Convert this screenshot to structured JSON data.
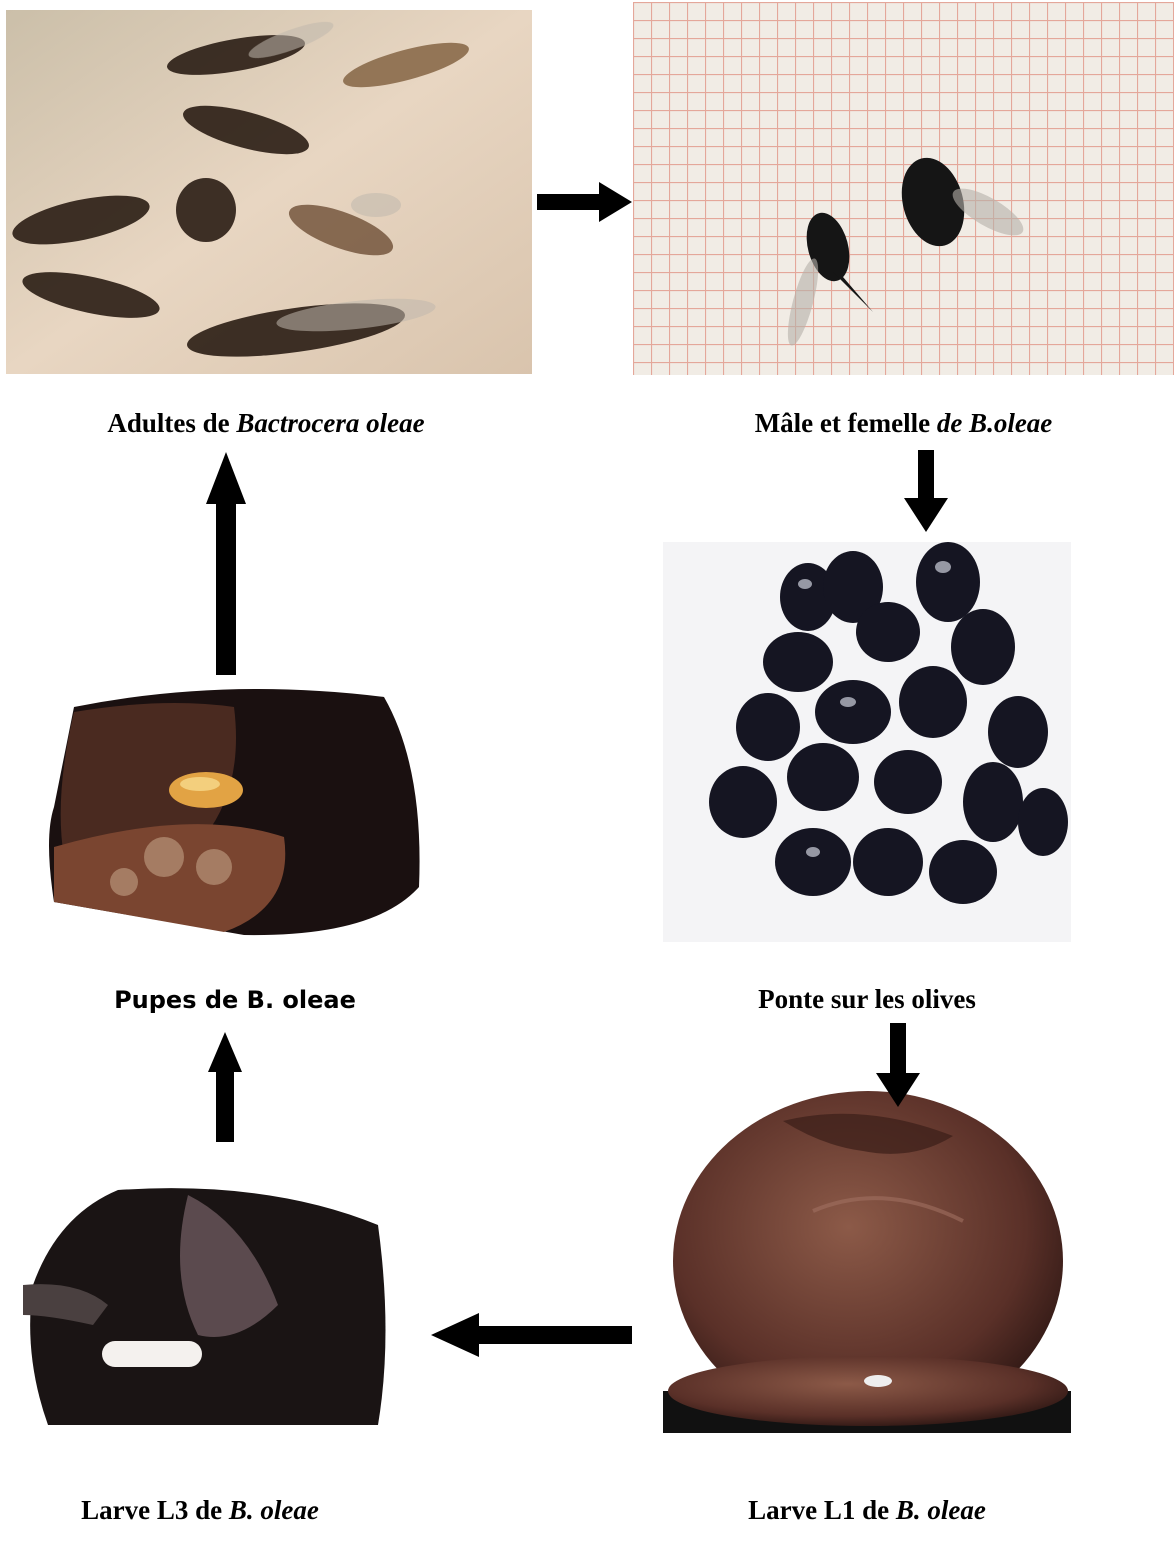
{
  "stages": {
    "adults": {
      "label": "Adultes de ",
      "species": "Bactrocera oleae"
    },
    "pair": {
      "label": "Mâle et femelle ",
      "species": "de B.oleae"
    },
    "eggs": {
      "label": "Ponte sur les olives"
    },
    "l1": {
      "label": "Larve L1 de ",
      "species": "B. oleae"
    },
    "l3": {
      "label": "Larve L3 de ",
      "species": "B. oleae"
    },
    "pupae": {
      "label": "Pupes de B. oleae"
    }
  },
  "colors": {
    "arrow": "#000000",
    "grid_line": "#e4a79a",
    "grid_paper": "#f1ece5"
  }
}
